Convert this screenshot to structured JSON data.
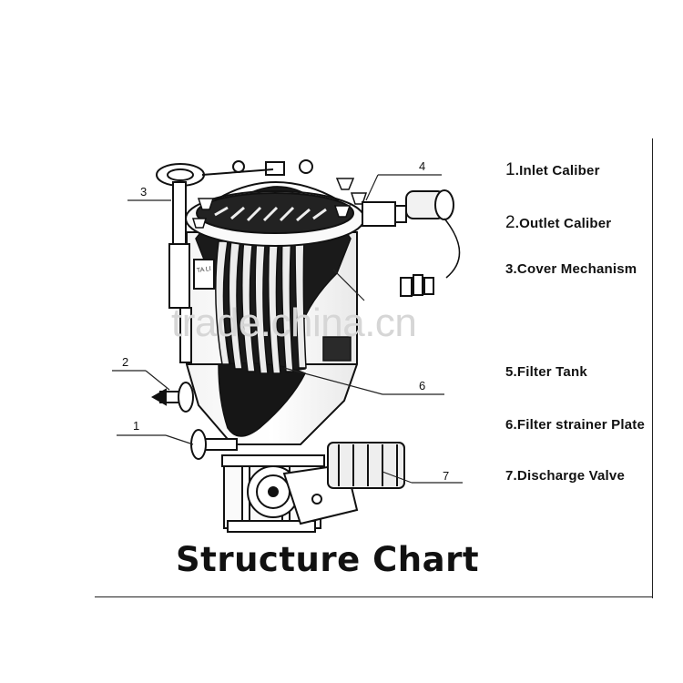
{
  "title": "Structure Chart",
  "watermark": "trade.china.cn",
  "callouts": [
    "1",
    "2",
    "3",
    "4",
    "6",
    "7"
  ],
  "legend": [
    {
      "num": "1",
      "text": ".Inlet Caliber"
    },
    {
      "num": "2",
      "text": ".Outlet Caliber"
    },
    {
      "num": "3.",
      "text": "Cover Mechanism"
    },
    {
      "num": "5.",
      "text": "Filter Tank"
    },
    {
      "num": "6.",
      "text": "Filter strainer Plate"
    },
    {
      "num": "7.",
      "text": "Discharge Valve"
    }
  ],
  "machine_badge": "TA LI"
}
